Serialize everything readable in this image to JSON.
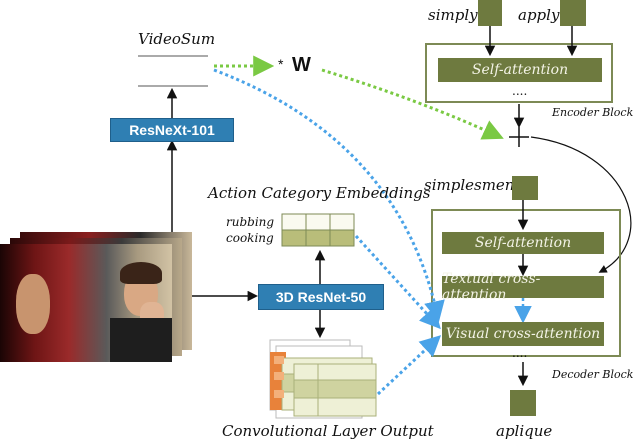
{
  "videosum": {
    "title": "VideoSum",
    "resnext_label": "ResNeXt-101",
    "weight_star": "*",
    "weight_label": "W"
  },
  "action": {
    "title": "Action Category Embeddings",
    "categories": [
      "rubbing",
      "cooking"
    ],
    "resnet3d_label": "3D ResNet-50",
    "conv_title": "Convolutional Layer Output"
  },
  "encoder": {
    "inputs": [
      "simply",
      "apply"
    ],
    "self_attention": "Self-attention",
    "dots": "....",
    "block_label": "Encoder Block"
  },
  "decoder": {
    "input_word": "simplesmente",
    "self_attention": "Self-attention",
    "textual_cross": "Textual  cross-attention",
    "visual_cross": "Visual  cross-attention",
    "dots": "....",
    "block_label": "Decoder Block",
    "output_word": "aplique"
  },
  "colors": {
    "green_fill": "#6e7a3f",
    "block_border": "#7d8a55",
    "blue_box": "#2f7fb3",
    "blue_dots": "#4aa3e8",
    "green_dots": "#7ac943",
    "orange": "#e8823a",
    "light_olive": "#cfd3a0"
  }
}
